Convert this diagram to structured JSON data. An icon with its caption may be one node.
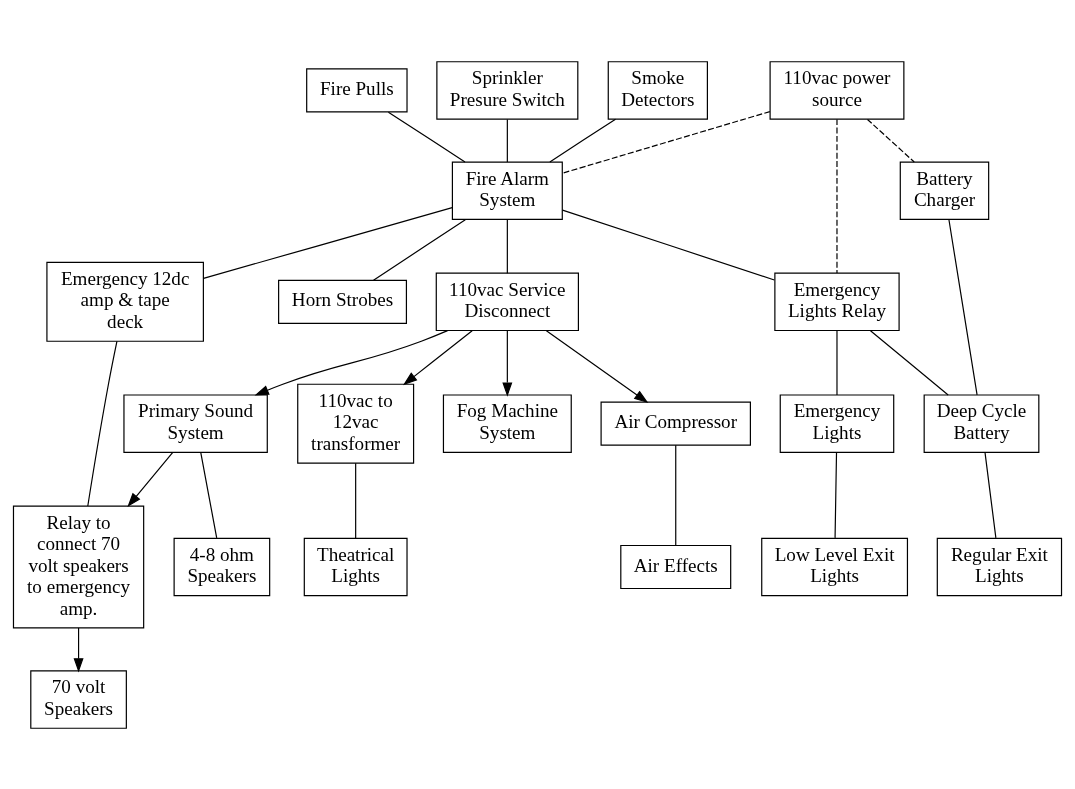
{
  "diagram": {
    "nodes": [
      {
        "text": [
          "110vac power source"
        ]
      },
      {
        "text": [
          "Smoke Detectors"
        ]
      },
      {
        "text": [
          "Fire Pulls"
        ]
      },
      {
        "text": [
          "Sprinkler Presure Switch"
        ]
      },
      {
        "text": [
          "Horn Strobes"
        ]
      },
      {
        "text": [
          "Fire Alarm System"
        ]
      },
      {
        "text": [
          "Air Compressor"
        ]
      },
      {
        "text": [
          "Air Effects"
        ]
      },
      {
        "text": [
          "Emergency Lights Relay"
        ]
      },
      {
        "text": [
          "110vac Service Disconnect"
        ]
      },
      {
        "text": [
          "110vac to 12vac transformer"
        ]
      },
      {
        "text": [
          "Theatrical Lights"
        ]
      },
      {
        "text": [
          "Emergency Lights"
        ]
      },
      {
        "text": [
          "Fog Machine System"
        ]
      },
      {
        "text": [
          "Emergency 12dc amp & tape deck"
        ]
      },
      {
        "text": [
          "4-8 ohm Speakers"
        ]
      },
      {
        "text": [
          "Low Level Exit Lights"
        ]
      },
      {
        "text": [
          "Primary Sound System"
        ]
      },
      {
        "text": [
          "Relay to connect 70 volt speakers to emergency amp."
        ]
      },
      {
        "text": [
          "70 volt Speakers"
        ]
      },
      {
        "text": [
          "Battery Charger"
        ]
      },
      {
        "text": [
          "Deep Cycle Battery"
        ]
      },
      {
        "text": [
          "Regular Exit Lights"
        ]
      }
    ],
    "edges": [
      {
        "from": 0,
        "to": 5,
        "arrow": "none",
        "style": "dashed"
      },
      {
        "from": 0,
        "to": 8,
        "arrow": "none",
        "style": "dashed"
      },
      {
        "from": 0,
        "to": 20,
        "arrow": "none",
        "style": "dashed"
      },
      {
        "from": 1,
        "to": 5,
        "arrow": "none"
      },
      {
        "from": 2,
        "to": 5,
        "arrow": "none"
      },
      {
        "from": 3,
        "to": 5,
        "arrow": "none"
      },
      {
        "from": 5,
        "to": 4,
        "arrow": "none"
      },
      {
        "from": 5,
        "to": 8,
        "arrow": "none"
      },
      {
        "from": 5,
        "to": 9,
        "arrow": "none"
      },
      {
        "from": 5,
        "to": 14,
        "arrow": "none"
      },
      {
        "from": 9,
        "to": 6,
        "arrow": "to"
      },
      {
        "from": 9,
        "to": 10,
        "arrow": "to"
      },
      {
        "from": 9,
        "to": 13,
        "arrow": "to"
      },
      {
        "from": 9,
        "to": 17,
        "arrow": "to"
      },
      {
        "from": 6,
        "to": 7,
        "arrow": "none"
      },
      {
        "from": 10,
        "to": 11,
        "arrow": "none"
      },
      {
        "from": 17,
        "to": 15,
        "arrow": "none"
      },
      {
        "from": 17,
        "to": 18,
        "arrow": "to"
      },
      {
        "from": 18,
        "to": 19,
        "arrow": "to"
      },
      {
        "from": 14,
        "to": 18,
        "arrow": "none"
      },
      {
        "from": 8,
        "to": 12,
        "arrow": "none"
      },
      {
        "from": 12,
        "to": 16,
        "arrow": "none"
      },
      {
        "from": 8,
        "to": 21,
        "arrow": "none"
      },
      {
        "from": 20,
        "to": 21,
        "arrow": "none"
      },
      {
        "from": 21,
        "to": 22,
        "arrow": "none"
      }
    ]
  }
}
